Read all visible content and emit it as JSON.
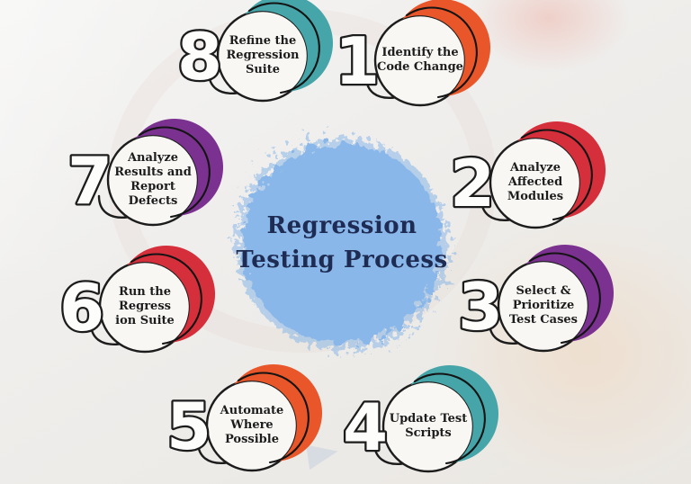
{
  "center": {
    "line1": "Regression",
    "line2": "Testing Process"
  },
  "colors": {
    "orange": "#e9562a",
    "red": "#d52f3b",
    "purple": "#7b3190",
    "teal": "#46a5a8",
    "center_fill": "#8ab7e9",
    "center_text": "#1e2b52",
    "ink": "#1c1c1c"
  },
  "steps": [
    {
      "num": "1",
      "color": "orange",
      "lines": [
        "Identify the",
        "Code Change"
      ]
    },
    {
      "num": "2",
      "color": "red",
      "lines": [
        "Analyze",
        "Affected",
        "Modules"
      ]
    },
    {
      "num": "3",
      "color": "purple",
      "lines": [
        "Select &",
        "Prioritize",
        "Test Cases"
      ]
    },
    {
      "num": "4",
      "color": "teal",
      "lines": [
        "Update Test",
        "Scripts"
      ]
    },
    {
      "num": "5",
      "color": "orange",
      "lines": [
        "Automate",
        "Where",
        "Possible"
      ]
    },
    {
      "num": "6",
      "color": "red",
      "lines": [
        "Run the",
        "Regress",
        "ion Suite"
      ]
    },
    {
      "num": "7",
      "color": "purple",
      "lines": [
        "Analyze",
        "Results and",
        "Report",
        "Defects"
      ]
    },
    {
      "num": "8",
      "color": "teal",
      "lines": [
        "Refine the",
        "Regression",
        "Suite"
      ]
    }
  ]
}
